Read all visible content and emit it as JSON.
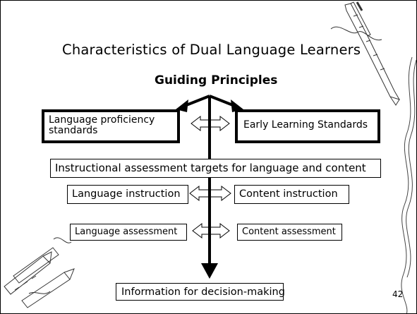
{
  "slide": {
    "title": "Characteristics of Dual Language Learners",
    "heading": "Guiding Principles",
    "language_proficiency": "Language proficiency\nstandards",
    "early_learning": "Early Learning Standards",
    "instructional_targets": "Instructional assessment targets for language and content",
    "language_instruction": "Language instruction",
    "content_instruction": "Content instruction",
    "language_assessment": "Language assessment",
    "content_assessment": "Content assessment",
    "decision_making": "Information for decision-making",
    "page_number": "42"
  },
  "colors": {
    "background": "#ffffff",
    "ink": "#000000"
  },
  "decorations": [
    "pencil-clipart-icon",
    "crayons-clipart-icon",
    "curled-ribbon-icon"
  ]
}
